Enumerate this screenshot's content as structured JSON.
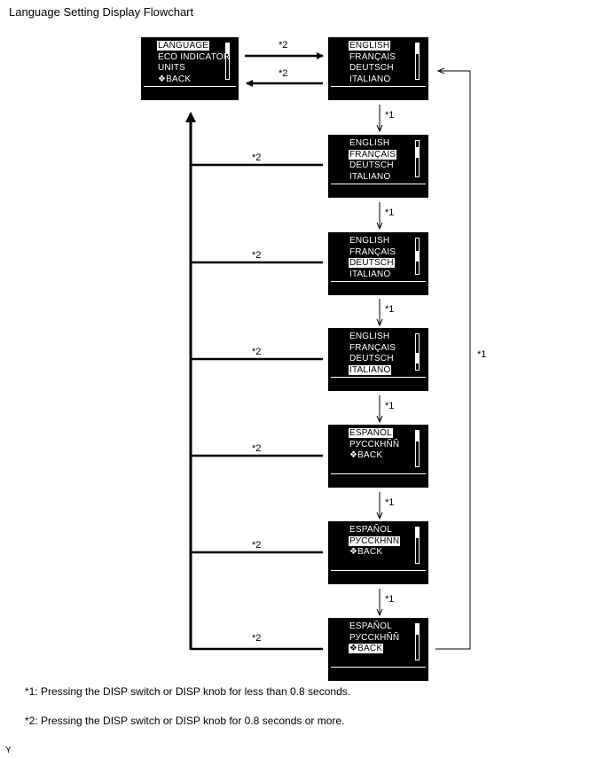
{
  "title": "Language Setting Display Flowchart",
  "main_screen": {
    "items": [
      "LANGUAGE",
      "ECO INDICATOR",
      "UNITS",
      "❖BACK"
    ],
    "selected": 0
  },
  "language_screens": [
    {
      "items": [
        "ENGLISH",
        "FRANÇAIS",
        "DEUTSCH",
        "ITALIANO"
      ],
      "selected": 0
    },
    {
      "items": [
        "ENGLISH",
        "FRANÇAIS",
        "DEUTSCH",
        "ITALIANO"
      ],
      "selected": 1
    },
    {
      "items": [
        "ENGLISH",
        "FRANÇAIS",
        "DEUTSCH",
        "ITALIANO"
      ],
      "selected": 2
    },
    {
      "items": [
        "ENGLISH",
        "FRANÇAIS",
        "DEUTSCH",
        "ITALIANO"
      ],
      "selected": 3
    },
    {
      "items": [
        "ESPAÑOL",
        "РУССКНÑÑ",
        "❖BACK"
      ],
      "selected": 0
    },
    {
      "items": [
        "ESPAÑOL",
        "РУССКНÑÑ",
        "❖BACK"
      ],
      "selected": 1
    },
    {
      "items": [
        "ESPAÑOL",
        "РУССКНÑÑ",
        "❖BACK"
      ],
      "selected": 2
    }
  ],
  "labels": {
    "short_press": "*1",
    "long_press": "*2"
  },
  "notes": {
    "note1": "*1: Pressing the DISP switch or DISP knob for less than 0.8 seconds.",
    "note2": "*2: Pressing the DISP switch or DISP knob for 0.8 seconds or more."
  },
  "footer_code": "Y"
}
